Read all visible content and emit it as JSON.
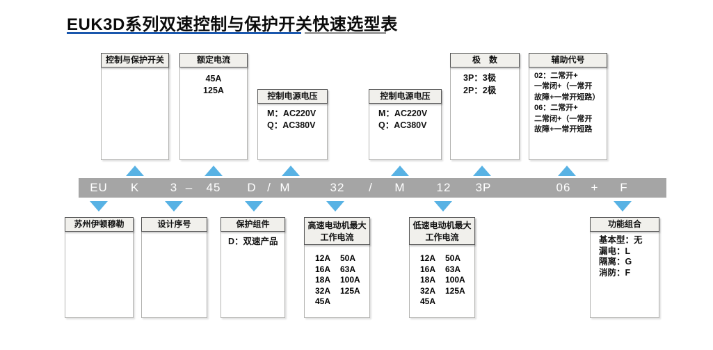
{
  "title": {
    "text": "EUK3D系列双速控制与保护开关快速选型表"
  },
  "model_bar": {
    "segments": [
      "EU",
      "K",
      "3",
      "–",
      "45",
      "D",
      "/",
      "M",
      "32",
      "/",
      "M",
      "12",
      "3P",
      "06",
      "+",
      "F"
    ]
  },
  "top_boxes": [
    {
      "header": "控制与保护开关",
      "lines": []
    },
    {
      "header": "额定电流",
      "lines": [
        "45A",
        "125A"
      ]
    },
    {
      "header": "控制电源电压",
      "lines": [
        "M：AC220V",
        "Q：AC380V"
      ]
    },
    {
      "header": "控制电源电压",
      "lines": [
        "M：AC220V",
        "Q：AC380V"
      ]
    },
    {
      "header": "极　数",
      "lines": [
        "3P：3极",
        "2P：2极"
      ]
    },
    {
      "header": "辅助代号",
      "lines": [
        "02：二常开+",
        "一常闭+（一常开",
        "故障+一常开短路）",
        "06：二常开+",
        "二常闭+（一常开",
        "故障+一常开短路"
      ]
    }
  ],
  "bottom_boxes": [
    {
      "header": "苏州伊顿穆勒",
      "lines": []
    },
    {
      "header": "设计序号",
      "lines": []
    },
    {
      "header": "保护组件",
      "lines": [
        "D：双速产品"
      ]
    },
    {
      "header_line1": "高速电动机最大",
      "header_line2": "工作电流",
      "rows": [
        [
          "12A",
          "50A"
        ],
        [
          "16A",
          "63A"
        ],
        [
          "18A",
          "100A"
        ],
        [
          "32A",
          "125A"
        ],
        [
          "45A",
          ""
        ]
      ]
    },
    {
      "header_line1": "低速电动机最大",
      "header_line2": "工作电流",
      "rows": [
        [
          "12A",
          "50A"
        ],
        [
          "16A",
          "63A"
        ],
        [
          "18A",
          "100A"
        ],
        [
          "32A",
          "125A"
        ],
        [
          "45A",
          ""
        ]
      ]
    },
    {
      "header": "功能组合",
      "lines": [
        "基本型：无",
        "漏电：L",
        "隔离：G",
        "消防：F"
      ]
    }
  ],
  "colors": {
    "title_underline_blue": "#1a57ad",
    "title_underline_gray": "#9c9c9c",
    "model_bar_gray": "#a5a5a5",
    "arrow_blue": "#58b2e4",
    "box_header_fill": "#f1f0ec",
    "box_header_border": "#565656",
    "box_body_border": "#b3b3b1"
  }
}
